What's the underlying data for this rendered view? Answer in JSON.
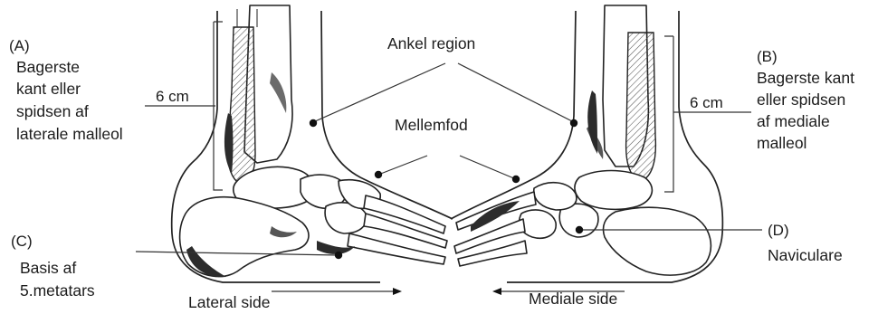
{
  "labels": {
    "a_letter": "(A)",
    "a_text": [
      "Bagerste",
      "kant eller",
      "spidsen af",
      "laterale malleol"
    ],
    "b_letter": "(B)",
    "b_text": [
      "Bagerste kant",
      "eller spidsen",
      "af mediale",
      "malleol"
    ],
    "c_letter": "(C)",
    "c_text": [
      "Basis af",
      "5.metatars"
    ],
    "d_letter": "(D)",
    "d_text": "Naviculare",
    "ankel": "Ankel region",
    "mellemfod": "Mellemfod",
    "six_cm_left": "6 cm",
    "six_cm_right": "6 cm",
    "lateral_side": "Lateral side",
    "mediale_side": "Mediale side"
  },
  "colors": {
    "line": "#222222",
    "background": "#ffffff",
    "shade": "#2c2c2c"
  }
}
